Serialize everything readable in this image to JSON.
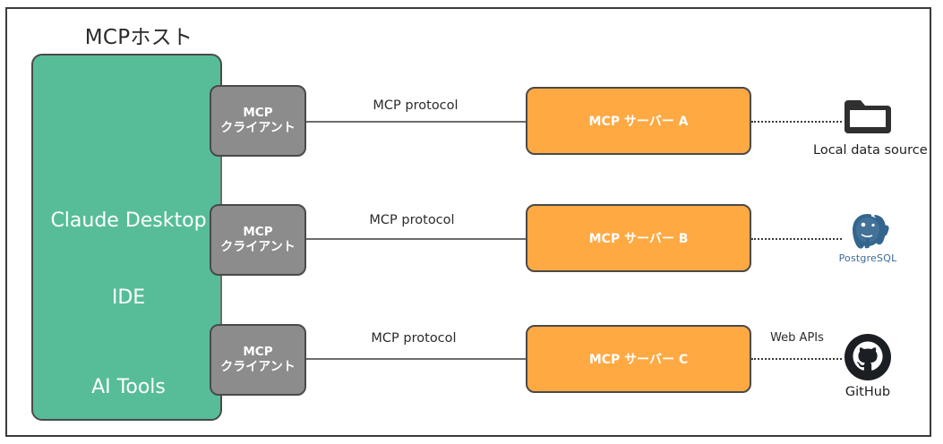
{
  "diagram": {
    "title": "MCPホスト",
    "host": {
      "apps": [
        {
          "label": "Claude Desktop"
        },
        {
          "label": "IDE"
        },
        {
          "label": "AI Tools"
        }
      ],
      "color": "#57bd99"
    },
    "clients": [
      {
        "line1": "MCP",
        "line2": "クライアント"
      },
      {
        "line1": "MCP",
        "line2": "クライアント"
      },
      {
        "line1": "MCP",
        "line2": "クライアント"
      }
    ],
    "client_color": "#8c8c8c",
    "protocol_labels": [
      "MCP protocol",
      "MCP protocol",
      "MCP protocol"
    ],
    "servers": [
      {
        "label": "MCP サーバー A"
      },
      {
        "label": "MCP サーバー B"
      },
      {
        "label": "MCP サーバー C"
      }
    ],
    "server_color": "#ffa943",
    "externals": [
      {
        "icon": "folder-icon",
        "label": "Local data source",
        "edge_label": ""
      },
      {
        "icon": "postgresql-icon",
        "label": "PostgreSQL",
        "edge_label": ""
      },
      {
        "icon": "github-icon",
        "label": "GitHub",
        "edge_label": "Web APIs"
      }
    ]
  }
}
